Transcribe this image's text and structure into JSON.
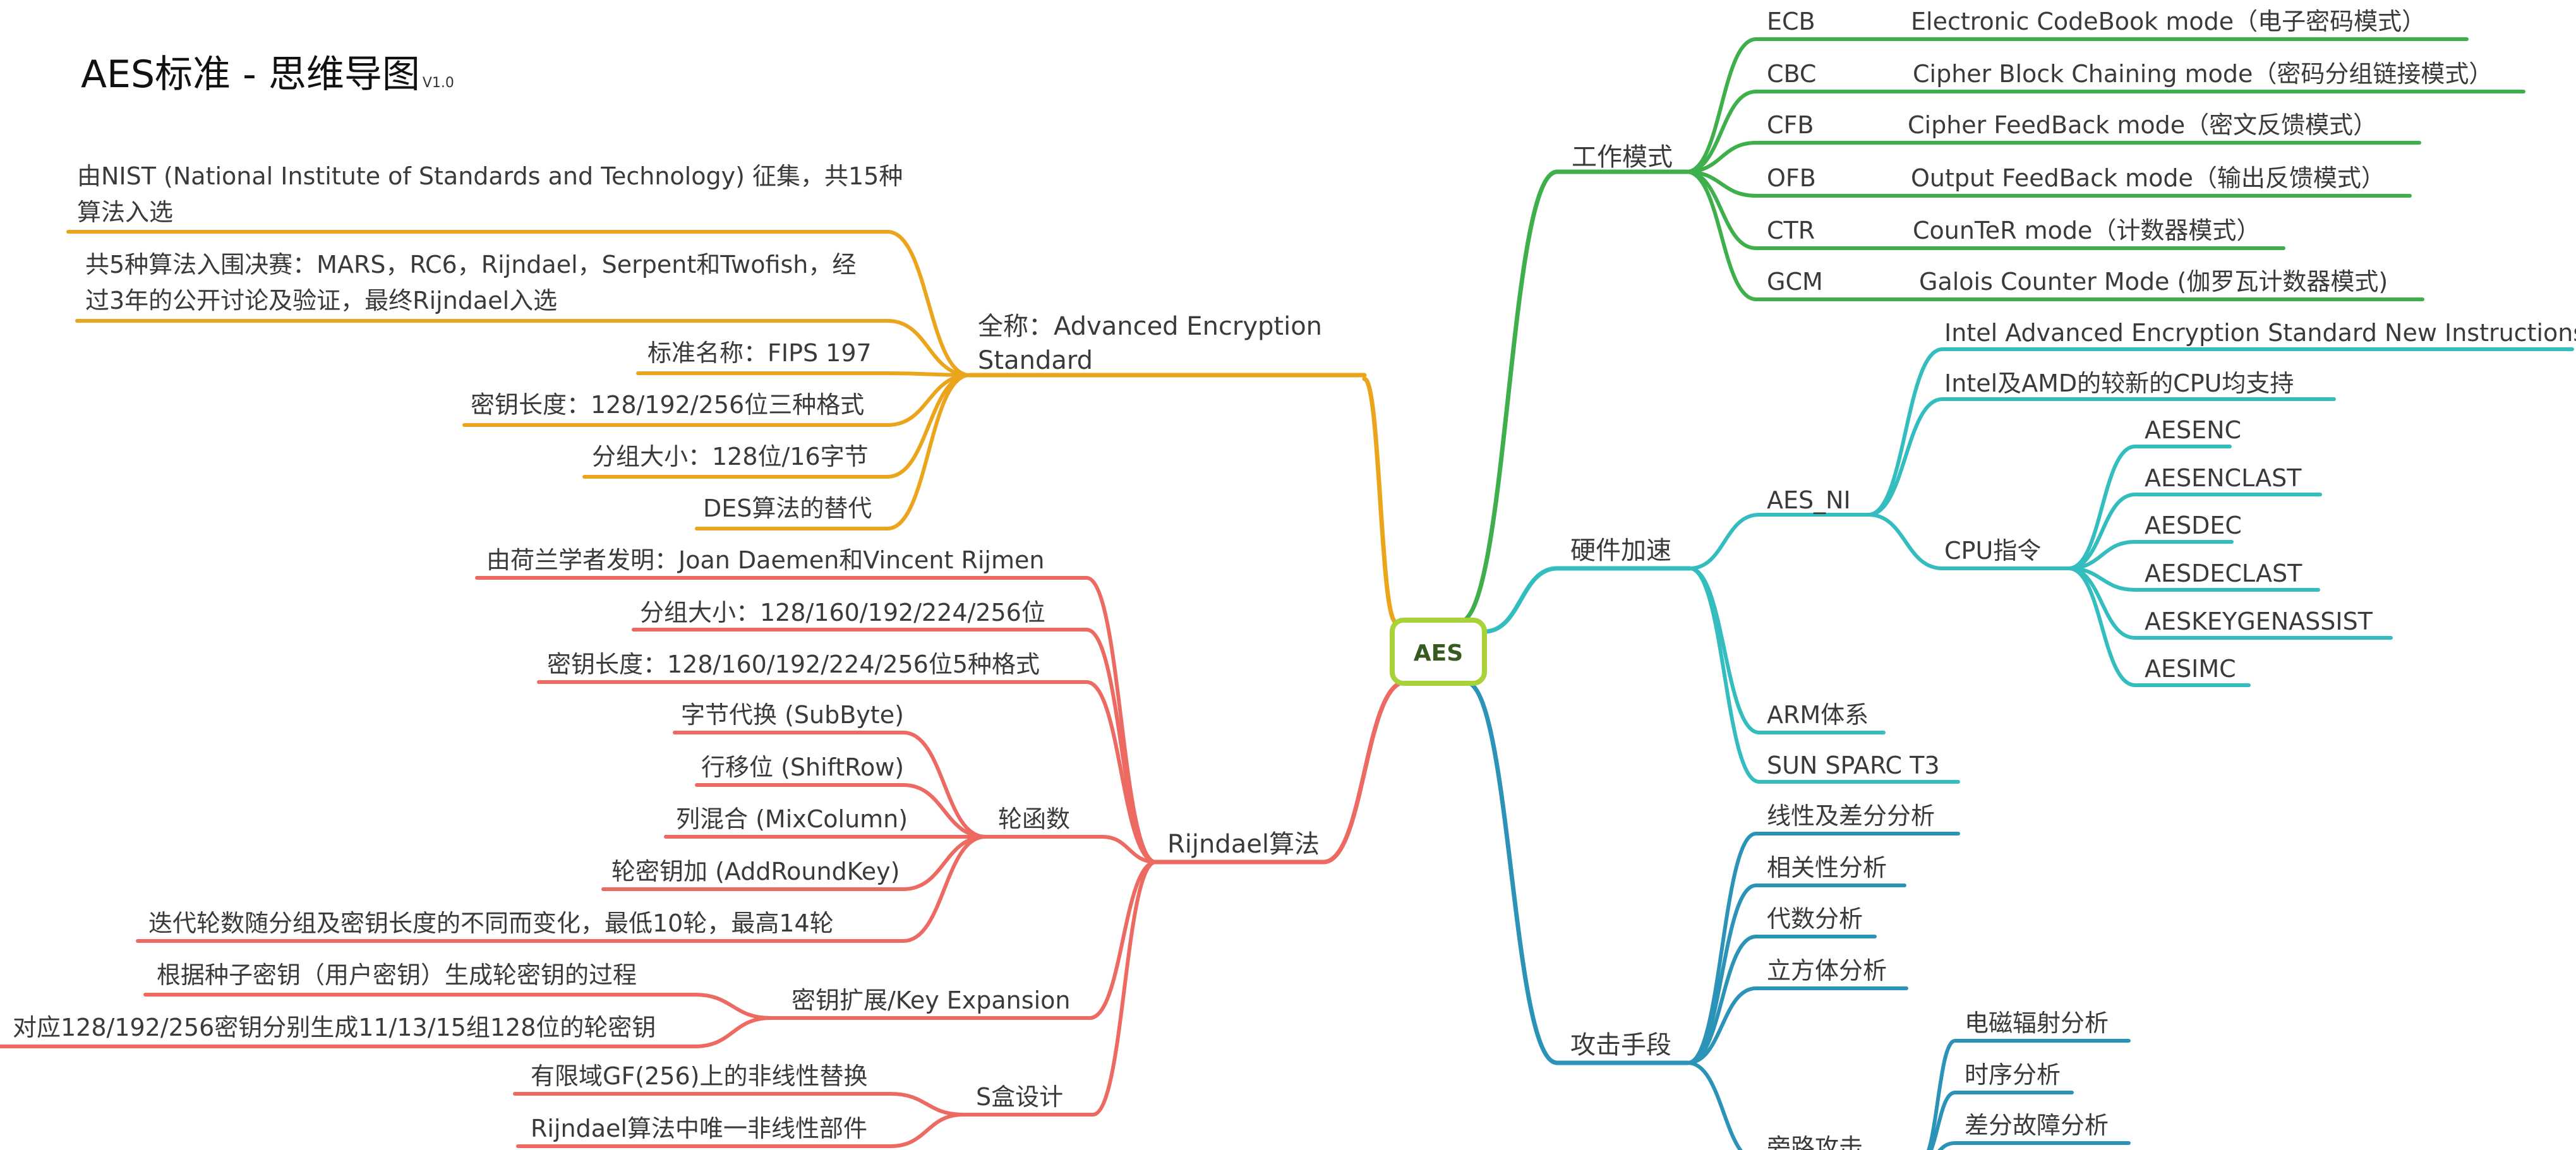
{
  "title": "AES标准 - 思维导图",
  "version": "V1.0",
  "root": {
    "label": "AES"
  },
  "colors": {
    "yellow": "#EBA51C",
    "red": "#EC6A62",
    "green": "#3EAF4A",
    "teal": "#33BDBE",
    "blue": "#2A93B7",
    "root_border": "#A9D23A",
    "root_text": "#385A1E"
  },
  "branches": {
    "fullname": {
      "label": "全称：Advanced Encryption Standard",
      "items": [
        "由NIST (National Institute of Standards and Technology) 征集，共15种算法入选",
        "共5种算法入围决赛：MARS，RC6，Rijndael，Serpent和Twofish，经过3年的公开讨论及验证，最终Rijndael入选",
        "标准名称：FIPS 197",
        "密钥长度：128/192/256位三种格式",
        "分组大小：128位/16字节",
        "DES算法的替代"
      ]
    },
    "rijndael": {
      "label": "Rijndael算法",
      "items": [
        "由荷兰学者发明：Joan Daemen和Vincent Rijmen",
        "分组大小：128/160/192/224/256位",
        "密钥长度：128/160/192/224/256位5种格式"
      ],
      "round": {
        "label": "轮函数",
        "items": [
          "字节代换 (SubByte)",
          "行移位 (ShiftRow)",
          "列混合 (MixColumn)",
          "轮密钥加 (AddRoundKey)",
          "迭代轮数随分组及密钥长度的不同而变化，最低10轮，最高14轮"
        ]
      },
      "keyexp": {
        "label": "密钥扩展/Key Expansion",
        "items": [
          "根据种子密钥（用户密钥）生成轮密钥的过程",
          "对应128/192/256密钥分别生成11/13/15组128位的轮密钥"
        ]
      },
      "sbox": {
        "label": "S盒设计",
        "items": [
          "有限域GF(256)上的非线性替换",
          "Rijndael算法中唯一非线性部件"
        ]
      }
    },
    "modes": {
      "label": "工作模式",
      "items": [
        {
          "abbr": "ECB",
          "desc": "Electronic CodeBook mode（电子密码模式）"
        },
        {
          "abbr": "CBC",
          "desc": "Cipher Block Chaining mode（密码分组链接模式）"
        },
        {
          "abbr": "CFB",
          "desc": "Cipher FeedBack mode（密文反馈模式）"
        },
        {
          "abbr": "OFB",
          "desc": "Output FeedBack mode（输出反馈模式）"
        },
        {
          "abbr": "CTR",
          "desc": "CounTeR mode（计数器模式）"
        },
        {
          "abbr": "GCM",
          "desc": "Galois Counter Mode (伽罗瓦计数器模式)"
        }
      ]
    },
    "hardware": {
      "label": "硬件加速",
      "aesni": {
        "label": "AES_NI",
        "items": [
          "Intel Advanced Encryption Standard New Instructions",
          "Intel及AMD的较新的CPU均支持"
        ],
        "cpu": {
          "label": "CPU指令",
          "items": [
            "AESENC",
            "AESENCLAST",
            "AESDEC",
            "AESDECLAST",
            "AESKEYGENASSIST",
            "AESIMC"
          ]
        }
      },
      "items": [
        "ARM体系",
        "SUN SPARC T3"
      ]
    },
    "attacks": {
      "label": "攻击手段",
      "items": [
        "线性及差分分析",
        "相关性分析",
        "代数分析",
        "立方体分析"
      ],
      "side": {
        "label": "旁路攻击",
        "items": [
          "电磁辐射分析",
          "时序分析",
          "差分故障分析"
        ]
      }
    }
  }
}
